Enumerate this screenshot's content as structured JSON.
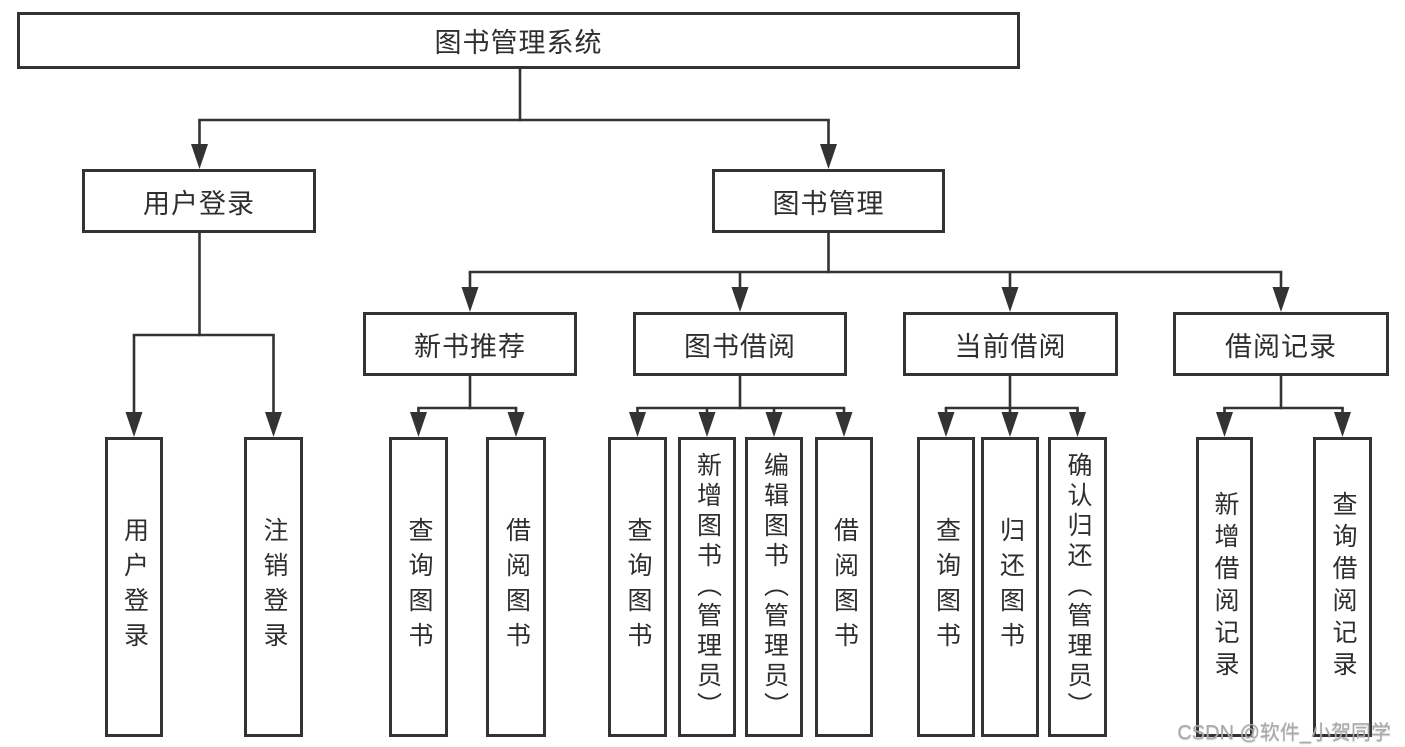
{
  "tree": {
    "label": "图书管理系统",
    "children": [
      {
        "label": "用户登录",
        "children": [
          {
            "label": "用户登录"
          },
          {
            "label": "注销登录"
          }
        ]
      },
      {
        "label": "图书管理",
        "children": [
          {
            "label": "新书推荐",
            "children": [
              {
                "label": "查询图书"
              },
              {
                "label": "借阅图书"
              }
            ]
          },
          {
            "label": "图书借阅",
            "children": [
              {
                "label": "查询图书"
              },
              {
                "label": "新增图书（管理员）"
              },
              {
                "label": "编辑图书（管理员）"
              },
              {
                "label": "借阅图书"
              }
            ]
          },
          {
            "label": "当前借阅",
            "children": [
              {
                "label": "查询图书"
              },
              {
                "label": "归还图书"
              },
              {
                "label": "确认归还（管理员）"
              }
            ]
          },
          {
            "label": "借阅记录",
            "children": [
              {
                "label": "新增借阅记录"
              },
              {
                "label": "查询借阅记录"
              }
            ]
          }
        ]
      }
    ]
  },
  "watermark": "CSDN @软件_小贺同学",
  "colors": {
    "background": "#ffffff",
    "line": "#333333",
    "box_border": "#333333",
    "text": "#2e2e2e",
    "watermark": "#a9a9a9"
  }
}
